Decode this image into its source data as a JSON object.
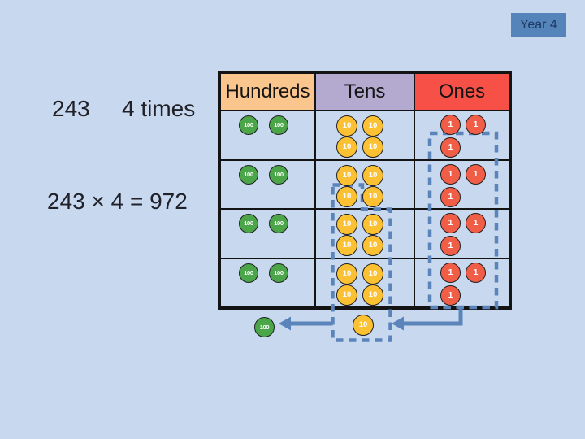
{
  "page": {
    "background": "#c7d8ef"
  },
  "badge": {
    "label": "Year 4",
    "bg": "#5584ba",
    "text_color": "#1c3a63"
  },
  "problem": {
    "number": "243",
    "times": "4 times",
    "equation": "243 × 4 = 972"
  },
  "table": {
    "headers": [
      {
        "label": "Hundreds",
        "bg": "#fbc68d"
      },
      {
        "label": "Tens",
        "bg": "#b4aad0"
      },
      {
        "label": "Ones",
        "bg": "#f65047"
      }
    ],
    "rows": 4,
    "counters_per_row": {
      "hundreds": 2,
      "tens": 4,
      "ones": 3
    }
  },
  "counters": {
    "hundred": {
      "label": "100",
      "color": "#4ba649"
    },
    "ten": {
      "label": "10",
      "color": "#fcc133"
    },
    "one": {
      "label": "1",
      "color": "#f15e47"
    }
  },
  "regrouping": {
    "carried_hundred_label": "100",
    "carried_ten_label": "10",
    "dash_color": "#5b84ba",
    "arrow_color": "#5b84ba"
  }
}
